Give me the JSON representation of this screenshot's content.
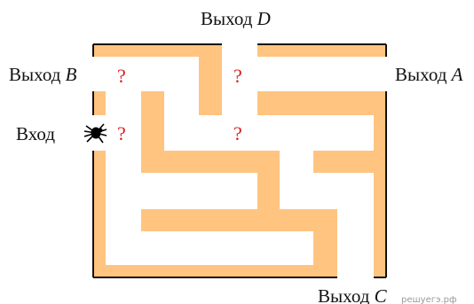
{
  "labels": {
    "exit_d": {
      "word": "Выход",
      "letter": "D"
    },
    "exit_b": {
      "word": "Выход",
      "letter": "B"
    },
    "exit_a": {
      "word": "Выход",
      "letter": "A"
    },
    "exit_c": {
      "word": "Выход",
      "letter": "C"
    },
    "entrance": "Вход"
  },
  "question_mark": "?",
  "watermark": "решуегэ.рф",
  "colors": {
    "corridor": "#ffc47f",
    "wall": "#111111",
    "question": "#d91c1c",
    "spider": "#000000"
  },
  "icons": {
    "spider": "spider-icon"
  }
}
